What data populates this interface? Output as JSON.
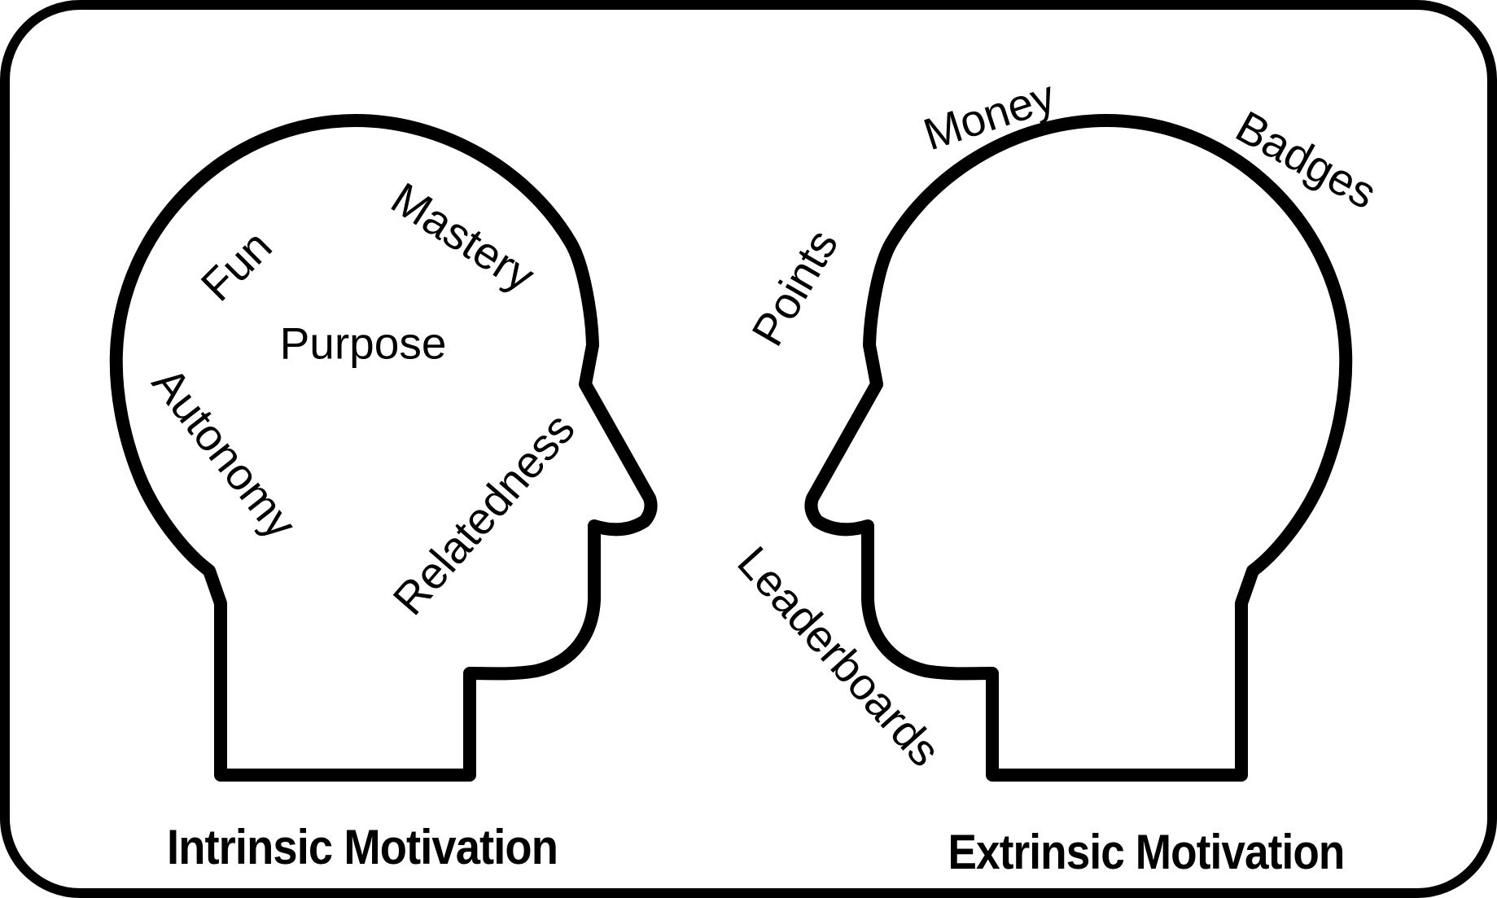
{
  "figure": {
    "type": "concept-diagram",
    "background_color": "#ffffff",
    "ink_color": "#000000"
  },
  "left_head": {
    "caption": "Intrinsic Motivation",
    "words": [
      {
        "text": "Fun"
      },
      {
        "text": "Mastery"
      },
      {
        "text": "Purpose"
      },
      {
        "text": "Autonomy"
      },
      {
        "text": "Relatedness"
      }
    ]
  },
  "right_head": {
    "caption": "Extrinsic Motivation",
    "words": [
      {
        "text": "Points"
      },
      {
        "text": "Money"
      },
      {
        "text": "Badges"
      },
      {
        "text": "Leaderboards"
      }
    ]
  }
}
